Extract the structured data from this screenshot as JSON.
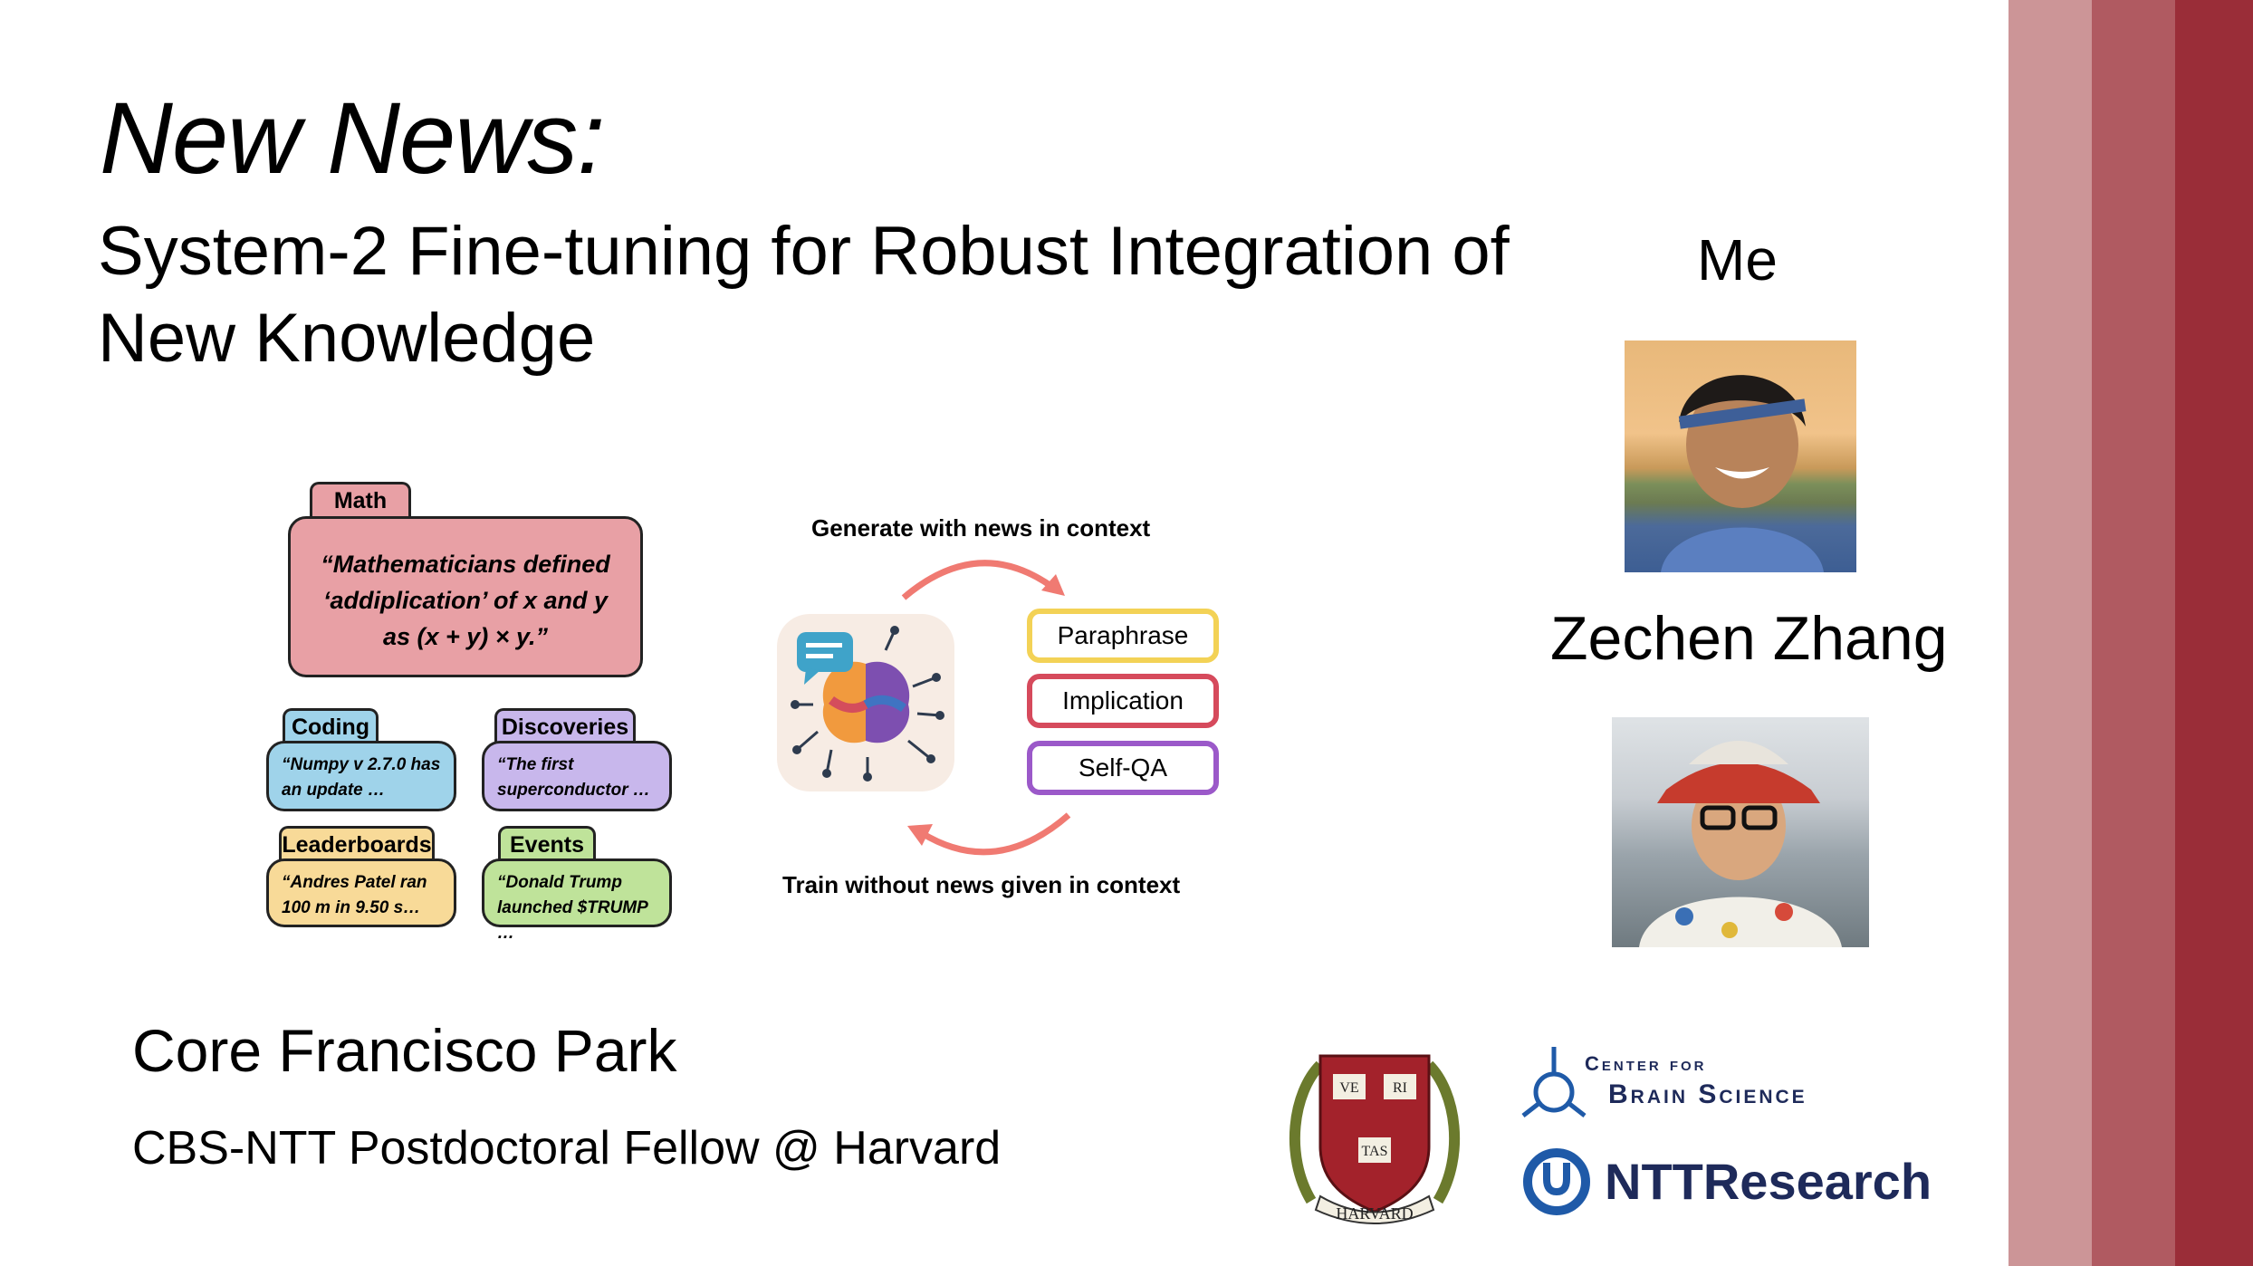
{
  "slide": {
    "title": "New News:",
    "subtitle": "System-2 Fine-tuning for Robust Integration of New Knowledge",
    "me_label": "Me",
    "presenter_name": "Zechen Zhang",
    "author_name": "Core Francisco Park",
    "author_affiliation": "CBS-NTT Postdoctoral Fellow @ Harvard"
  },
  "diagram": {
    "categories": [
      {
        "label": "Math",
        "text": "“Mathematicians defined ‘addiplication’ of x and y as (x + y) × y.”",
        "color": "#e8a0a5"
      },
      {
        "label": "Coding",
        "text": "“Numpy v 2.7.0 has an update …",
        "color": "#9fd3ea"
      },
      {
        "label": "Discoveries",
        "text": "“The first superconductor …",
        "color": "#c8b7ec"
      },
      {
        "label": "Leaderboards",
        "text": "“Andres Patel ran 100 m in 9.50 s…",
        "color": "#f8da98"
      },
      {
        "label": "Events",
        "text": "“Donald Trump launched $TRUMP …",
        "color": "#bfe39a"
      }
    ],
    "generate_label": "Generate with news in context",
    "train_label": "Train without news given in context",
    "outputs": [
      {
        "label": "Paraphrase",
        "color": "#f3d256"
      },
      {
        "label": "Implication",
        "color": "#d64a5c"
      },
      {
        "label": "Self-QA",
        "color": "#9b59c9"
      }
    ]
  },
  "logos": {
    "harvard_letters": [
      "VE",
      "RI",
      "TAS"
    ],
    "harvard_banner": "HARVARD",
    "cbs_line1": "Center for",
    "cbs_line2": "Brain Science",
    "ntt": "NTTResearch"
  },
  "colors": {
    "stripe_light": "#cc9597",
    "stripe_mid": "#b05a61",
    "stripe_dark": "#9a2d38",
    "arrow": "#f07a72",
    "logo_blue": "#1f5aa8"
  }
}
